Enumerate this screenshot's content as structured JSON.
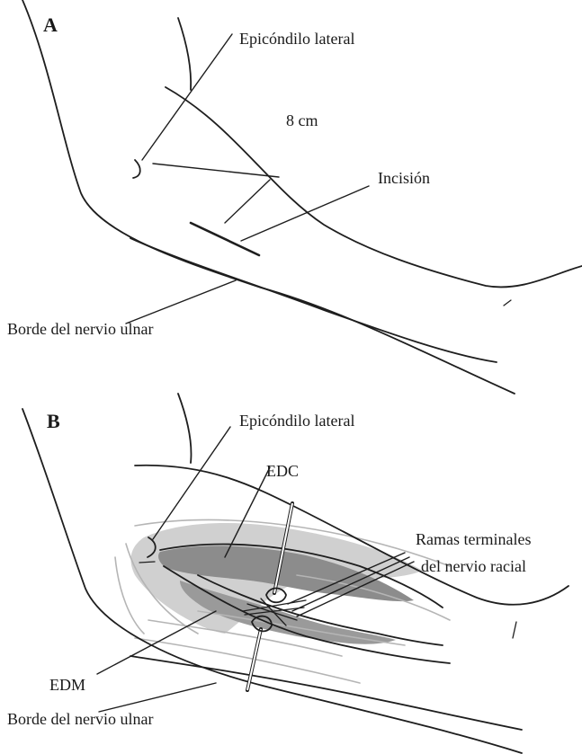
{
  "panel_a": {
    "letter": "A",
    "labels": {
      "lateral_epicondyle": "Epicóndilo lateral",
      "distance": "8 cm",
      "incision": "Incisión",
      "ulnar_nerve_border": "Borde del nervio ulnar"
    }
  },
  "panel_b": {
    "letter": "B",
    "labels": {
      "lateral_epicondyle": "Epicóndilo lateral",
      "edc": "EDC",
      "terminal_branches_line1": "Ramas terminales",
      "terminal_branches_line2": "del nervio racial",
      "edm": "EDM",
      "ulnar_nerve_border": "Borde del nervio ulnar"
    }
  },
  "colors": {
    "ink": "#1e1e1e",
    "muscle_dark": "#8c8c8c",
    "muscle_light": "#d0d0d0",
    "fiber_lines": "#b5b5b5"
  }
}
